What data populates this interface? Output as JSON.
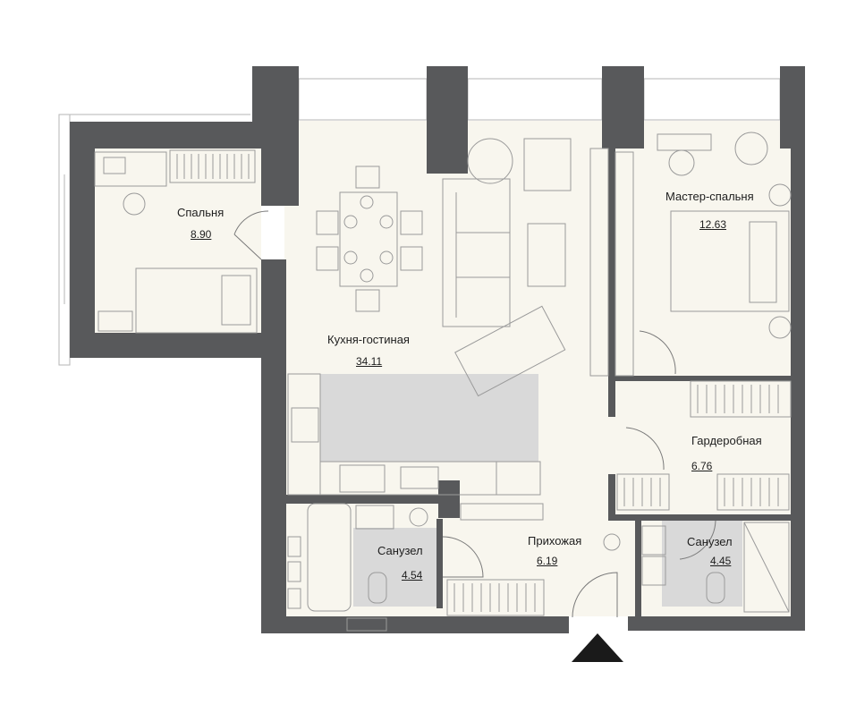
{
  "colors": {
    "wall": "#58595b",
    "floor": "#f8f6ee",
    "tile": "#d9d9d9",
    "line": "#9a9a9a",
    "entrance": "#1a1a1a"
  },
  "rooms": [
    {
      "id": "bedroom",
      "name": "Спальня",
      "area": "8.90"
    },
    {
      "id": "kitchen-living",
      "name": "Кухня-гостиная",
      "area": "34.11"
    },
    {
      "id": "master-bedroom",
      "name": "Мастер-спальня",
      "area": "12.63"
    },
    {
      "id": "wardrobe",
      "name": "Гардеробная",
      "area": "6.76"
    },
    {
      "id": "hallway",
      "name": "Прихожая",
      "area": "6.19"
    },
    {
      "id": "bathroom-1",
      "name": "Санузел",
      "area": "4.54"
    },
    {
      "id": "bathroom-2",
      "name": "Санузел",
      "area": "4.45"
    }
  ],
  "entrance_marker": "entrance-arrow"
}
